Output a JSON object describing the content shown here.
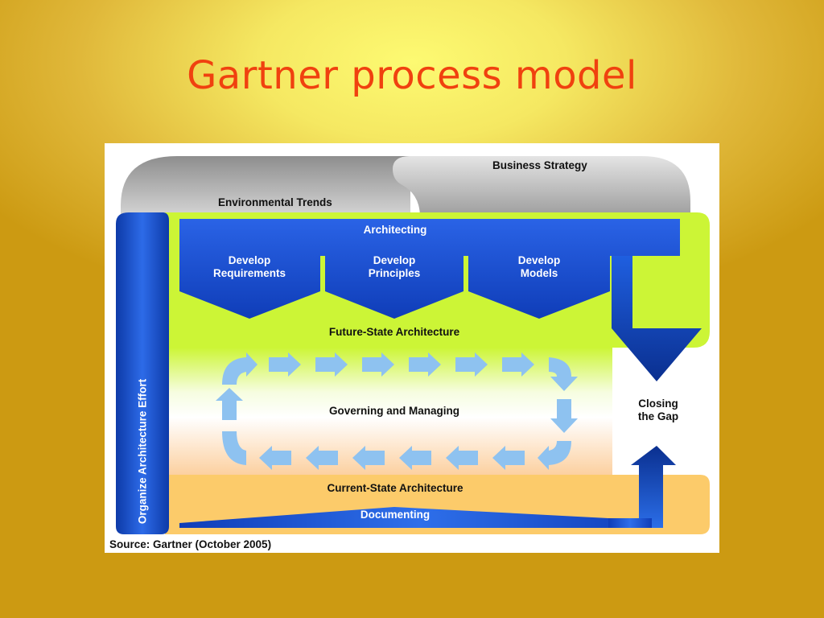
{
  "slide": {
    "title": "Gartner process model",
    "background_colors": [
      "#fdfa72",
      "#cc9a12"
    ],
    "title_color": "#f0410f"
  },
  "diagram": {
    "business_strategy": "Business Strategy",
    "environmental_trends": "Environmental Trends",
    "architecting": "Architecting",
    "steps": [
      {
        "line1": "Develop",
        "line2": "Requirements"
      },
      {
        "line1": "Develop",
        "line2": "Principles"
      },
      {
        "line1": "Develop",
        "line2": "Models"
      }
    ],
    "future_state": "Future-State Architecture",
    "governing": "Governing and Managing",
    "closing_gap": {
      "line1": "Closing",
      "line2": "the Gap"
    },
    "current_state": "Current-State Architecture",
    "documenting": "Documenting",
    "organize": "Organize Architecture Effort",
    "source": "Source: Gartner (October 2005)",
    "colors": {
      "blue": "#1a4fd6",
      "lime": "#ccf536",
      "orange": "#fccb6a",
      "arrow_light": "#8ec2f0",
      "gray": "#a8a8a8"
    }
  }
}
